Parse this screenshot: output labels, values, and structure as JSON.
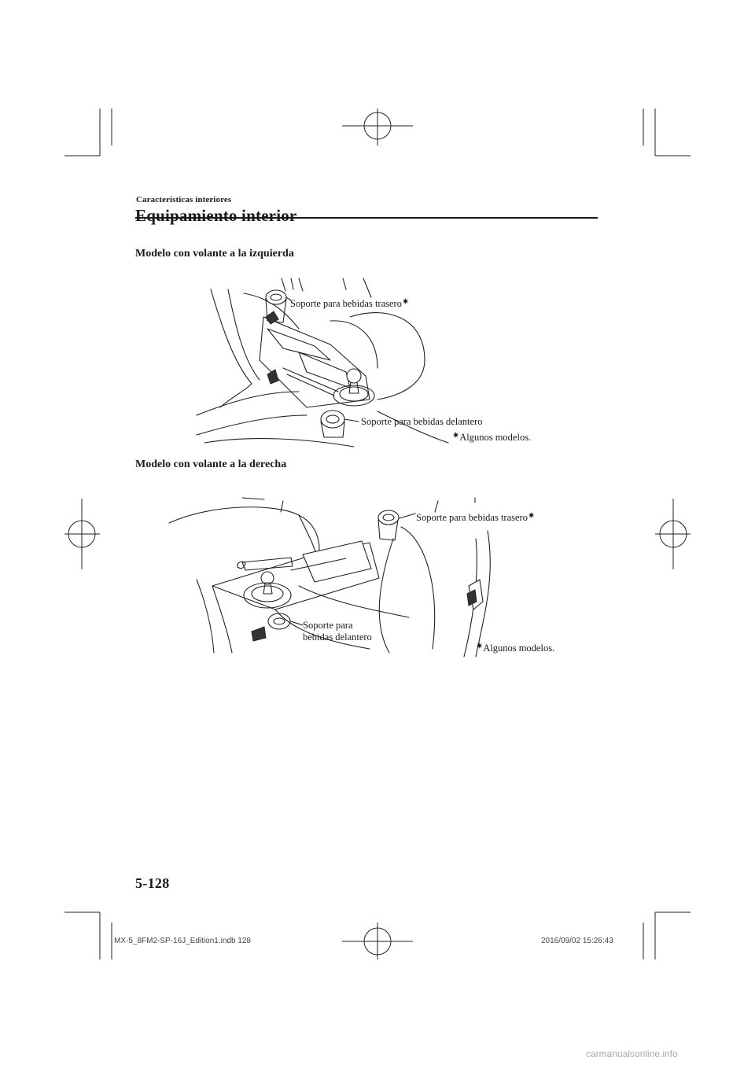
{
  "header": {
    "section": "Características interiores",
    "title": "Equipamiento interior"
  },
  "figures": [
    {
      "heading": "Modelo con volante a la izquierda",
      "callout_rear": "Soporte para bebidas trasero",
      "callout_front": "Soporte para bebidas delantero",
      "note": "Algunos modelos.",
      "asterisk": "✷"
    },
    {
      "heading": "Modelo con volante a la derecha",
      "callout_rear": "Soporte para bebidas trasero",
      "callout_front_line1": "Soporte para",
      "callout_front_line2": "bebidas delantero",
      "note": "Algunos modelos.",
      "asterisk": "✷"
    }
  ],
  "page_number": "5-128",
  "footer": {
    "file": "MX-5_8FM2-SP-16J_Edition1.indb    128",
    "timestamp": "2016/09/02    15:26:43",
    "watermark": "carmanualsonline.info"
  },
  "icons": [
    "crop-mark-icon",
    "registration-mark-icon"
  ]
}
